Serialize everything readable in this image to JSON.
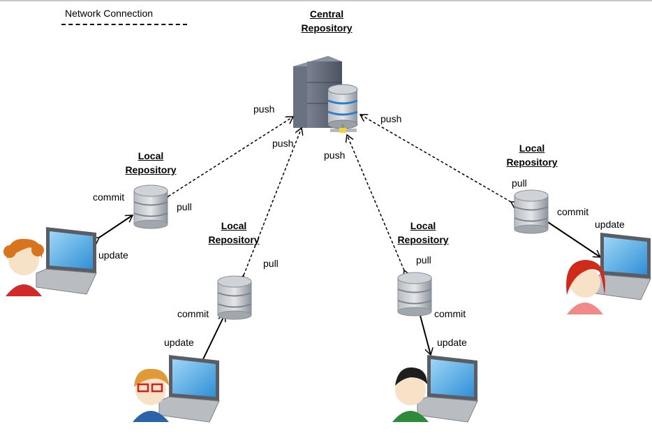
{
  "legend": {
    "label": "Network Connection"
  },
  "central": {
    "title_line1": "Central",
    "title_line2": "Repository"
  },
  "local_title": {
    "line1": "Local",
    "line2": "Repository"
  },
  "labels": {
    "push": "push",
    "pull": "pull",
    "commit": "commit",
    "update": "update"
  },
  "colors": {
    "server": "#5b6372",
    "disk": "#9aa0a8",
    "screen": "#3aa0e0",
    "laptop": "#8c8c8c"
  },
  "icons": [
    "server-icon",
    "database-icon",
    "laptop-icon",
    "user-avatar-icon"
  ]
}
